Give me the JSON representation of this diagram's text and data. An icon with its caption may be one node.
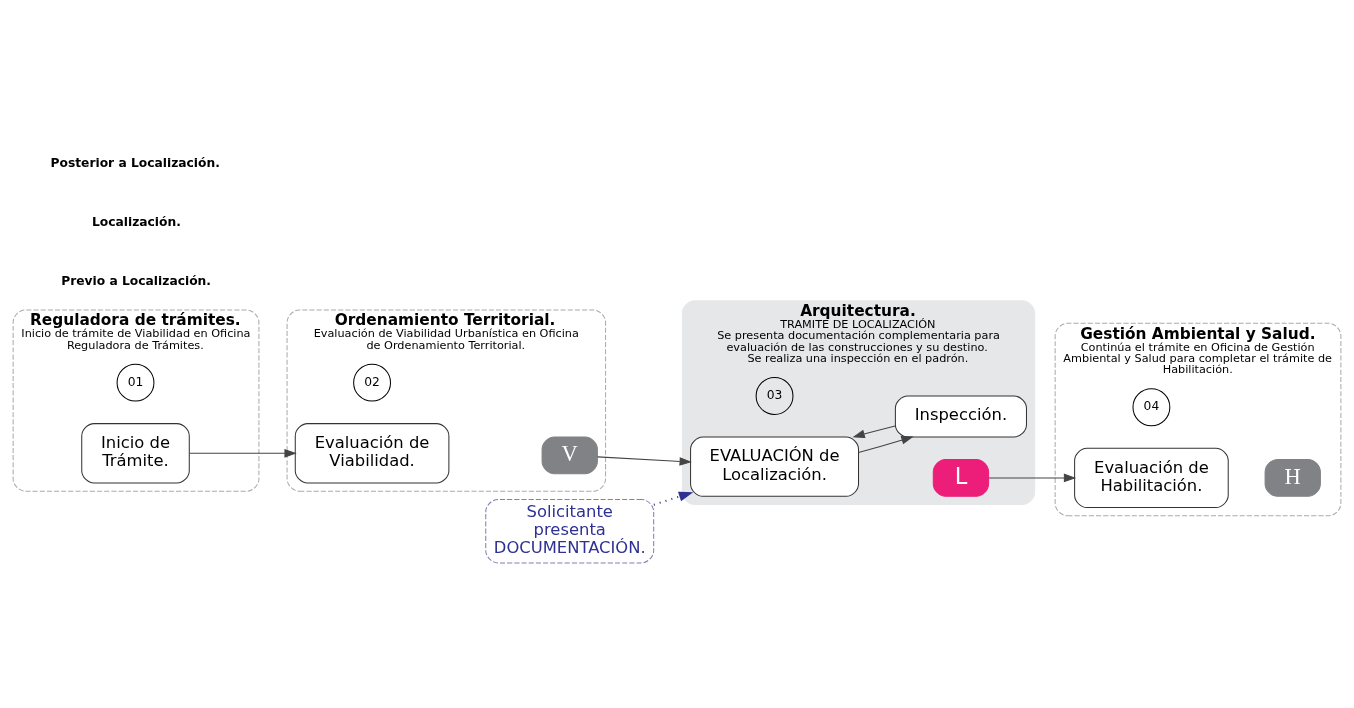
{
  "diagram": {
    "nodes": [
      {
        "text": [
          "Reguladora de trámites.",
          "Inicio de trámite de Viabilidad en Oficina Reguladora de Trámites."
        ]
      },
      {
        "text": [
          "01"
        ],
        "in": 0
      },
      {
        "text": [
          "Inicio de Trámite."
        ],
        "in": 0
      },
      {
        "text": [
          "Ordenamiento Territorial.",
          "Evaluación de Viabilidad Urbanística en Oficina de Ordenamiento Territorial."
        ]
      },
      {
        "text": [
          "02"
        ],
        "in": 3
      },
      {
        "text": [
          "Evaluación de Viabilidad."
        ],
        "in": 3
      },
      {
        "text": [
          "V"
        ],
        "in": 3
      },
      {
        "text": [
          "Arquitectura.",
          "TRAMITE DE LOCALIZACIÓN",
          "Se presenta documentación complementaria para evaluación de las construcciones y su destino. Se realiza una inspección en el padrón."
        ]
      },
      {
        "text": [
          "03"
        ],
        "in": 7
      },
      {
        "text": [
          "EVALUACIÓN de Localización."
        ],
        "in": 7
      },
      {
        "text": [
          "L"
        ],
        "in": 7
      },
      {
        "text": [
          "Inspección."
        ],
        "in": 7
      },
      {
        "text": [
          "Gestión Ambiental y Salud.",
          "Continúa el trámite en Oficina de Gestión Ambiental y Salud para completar el trámite de Habilitación."
        ]
      },
      {
        "text": [
          "04"
        ],
        "in": 12
      },
      {
        "text": [
          "Evaluación de Habilitación."
        ],
        "in": 12
      },
      {
        "text": [
          "H"
        ],
        "in": 12
      },
      {
        "text": [
          "Solicitante presenta DOCUMENTACIÓN."
        ]
      }
    ],
    "edges": [
      {
        "from": 2,
        "to": 5,
        "arrow": "to"
      },
      {
        "from": 6,
        "to": 9,
        "arrow": "to"
      },
      {
        "from": 10,
        "to": 14,
        "arrow": "to"
      },
      {
        "from": 9,
        "to": 11,
        "arrow": "to"
      },
      {
        "from": 11,
        "to": 9,
        "arrow": "to"
      },
      {
        "from": 16,
        "to": 9,
        "arrow": "to",
        "style": "dashed",
        "color": "#2e3192"
      }
    ],
    "labels": [
      "Previo a Localización.",
      "Localización.",
      "Posterior a Localización."
    ]
  }
}
